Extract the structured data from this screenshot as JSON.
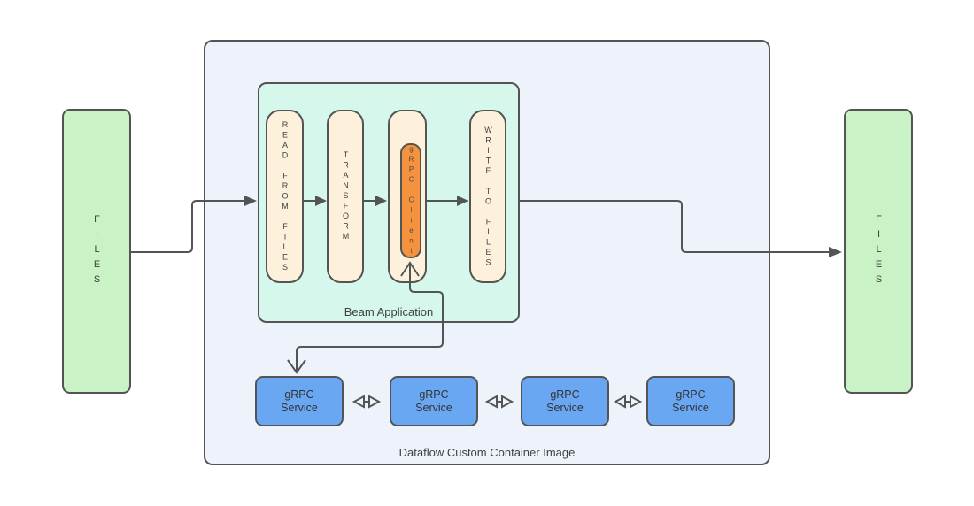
{
  "colors": {
    "stroke": "#545454",
    "container_fill": "#EDF2FB",
    "beam_fill": "#D6F7EC",
    "pill_fill": "#FDF1DC",
    "grpc_client_fill": "#F5923E",
    "grpc_service_fill": "#6AA7F2",
    "files_fill": "#C9F2C6",
    "canvas_background": "#FFFFFF"
  },
  "outer_container": {
    "label": "Dataflow Custom Container Image"
  },
  "beam_application": {
    "label": "Beam Application"
  },
  "files_left": {
    "label": "FILES"
  },
  "files_right": {
    "label": "FILES"
  },
  "pipeline_steps": {
    "read_from_files": {
      "label": "READ FROM FILES"
    },
    "transform": {
      "label": "TRANSFORM"
    },
    "grpc_client": {
      "label": "gRPC Client"
    },
    "write_to_files": {
      "label": "WRITE TO FILES"
    }
  },
  "grpc_services": [
    {
      "line1": "gRPC",
      "line2": "Service"
    },
    {
      "line1": "gRPC",
      "line2": "Service"
    },
    {
      "line1": "gRPC",
      "line2": "Service"
    },
    {
      "line1": "gRPC",
      "line2": "Service"
    }
  ]
}
